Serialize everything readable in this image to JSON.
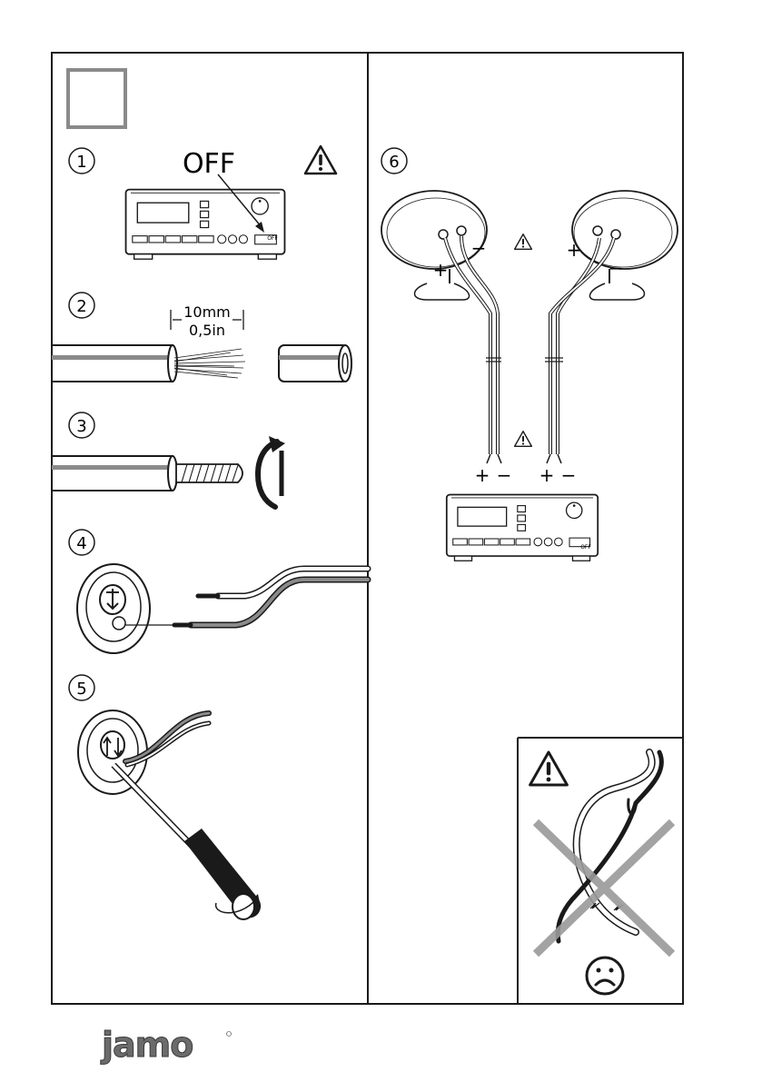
{
  "steps": {
    "s1": {
      "number": "1",
      "power_label": "OFF",
      "amp_button_label": "OFF"
    },
    "s2": {
      "number": "2",
      "strip_length_mm": "10mm",
      "strip_length_in": "0,5in"
    },
    "s3": {
      "number": "3"
    },
    "s4": {
      "number": "4"
    },
    "s5": {
      "number": "5"
    },
    "s6": {
      "number": "6",
      "polarity_plus": "+",
      "polarity_minus": "−",
      "amp_button_label": "OFF"
    }
  },
  "brand": {
    "logo_text": "Jamo"
  },
  "icons": {
    "warning": "warning-triangle-icon",
    "sad": "sad-face-icon",
    "cross": "cross-out-icon",
    "tighten": "rotate-arrow-icon"
  },
  "colors": {
    "line": "#1a1a1a",
    "cable_gray": "#8a8a8a",
    "cross_gray": "#9a9a9a",
    "logo": "#6b6b6b"
  }
}
